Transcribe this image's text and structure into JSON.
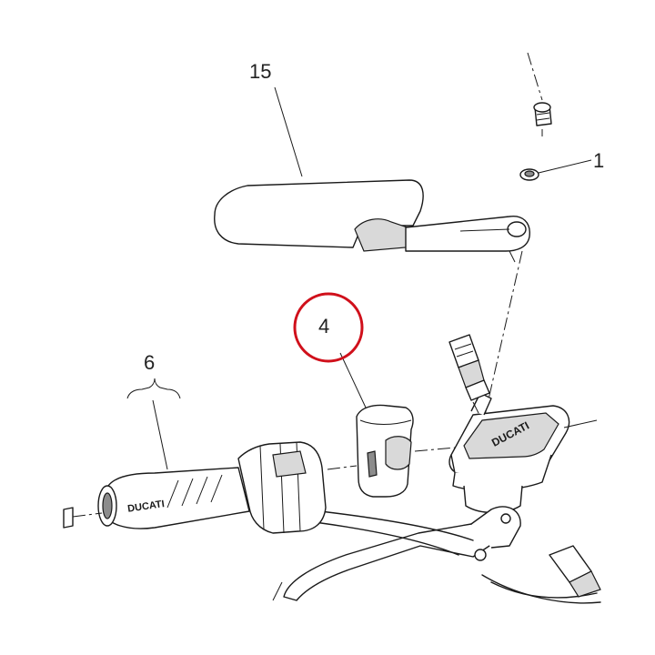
{
  "diagram": {
    "callouts": {
      "mirror": "15",
      "washer": "1",
      "switch": "4",
      "grip": "6"
    },
    "grip_logo": "DUCATI",
    "reservoir_logo": "DUCATI",
    "highlight_color": "#d0101b"
  }
}
